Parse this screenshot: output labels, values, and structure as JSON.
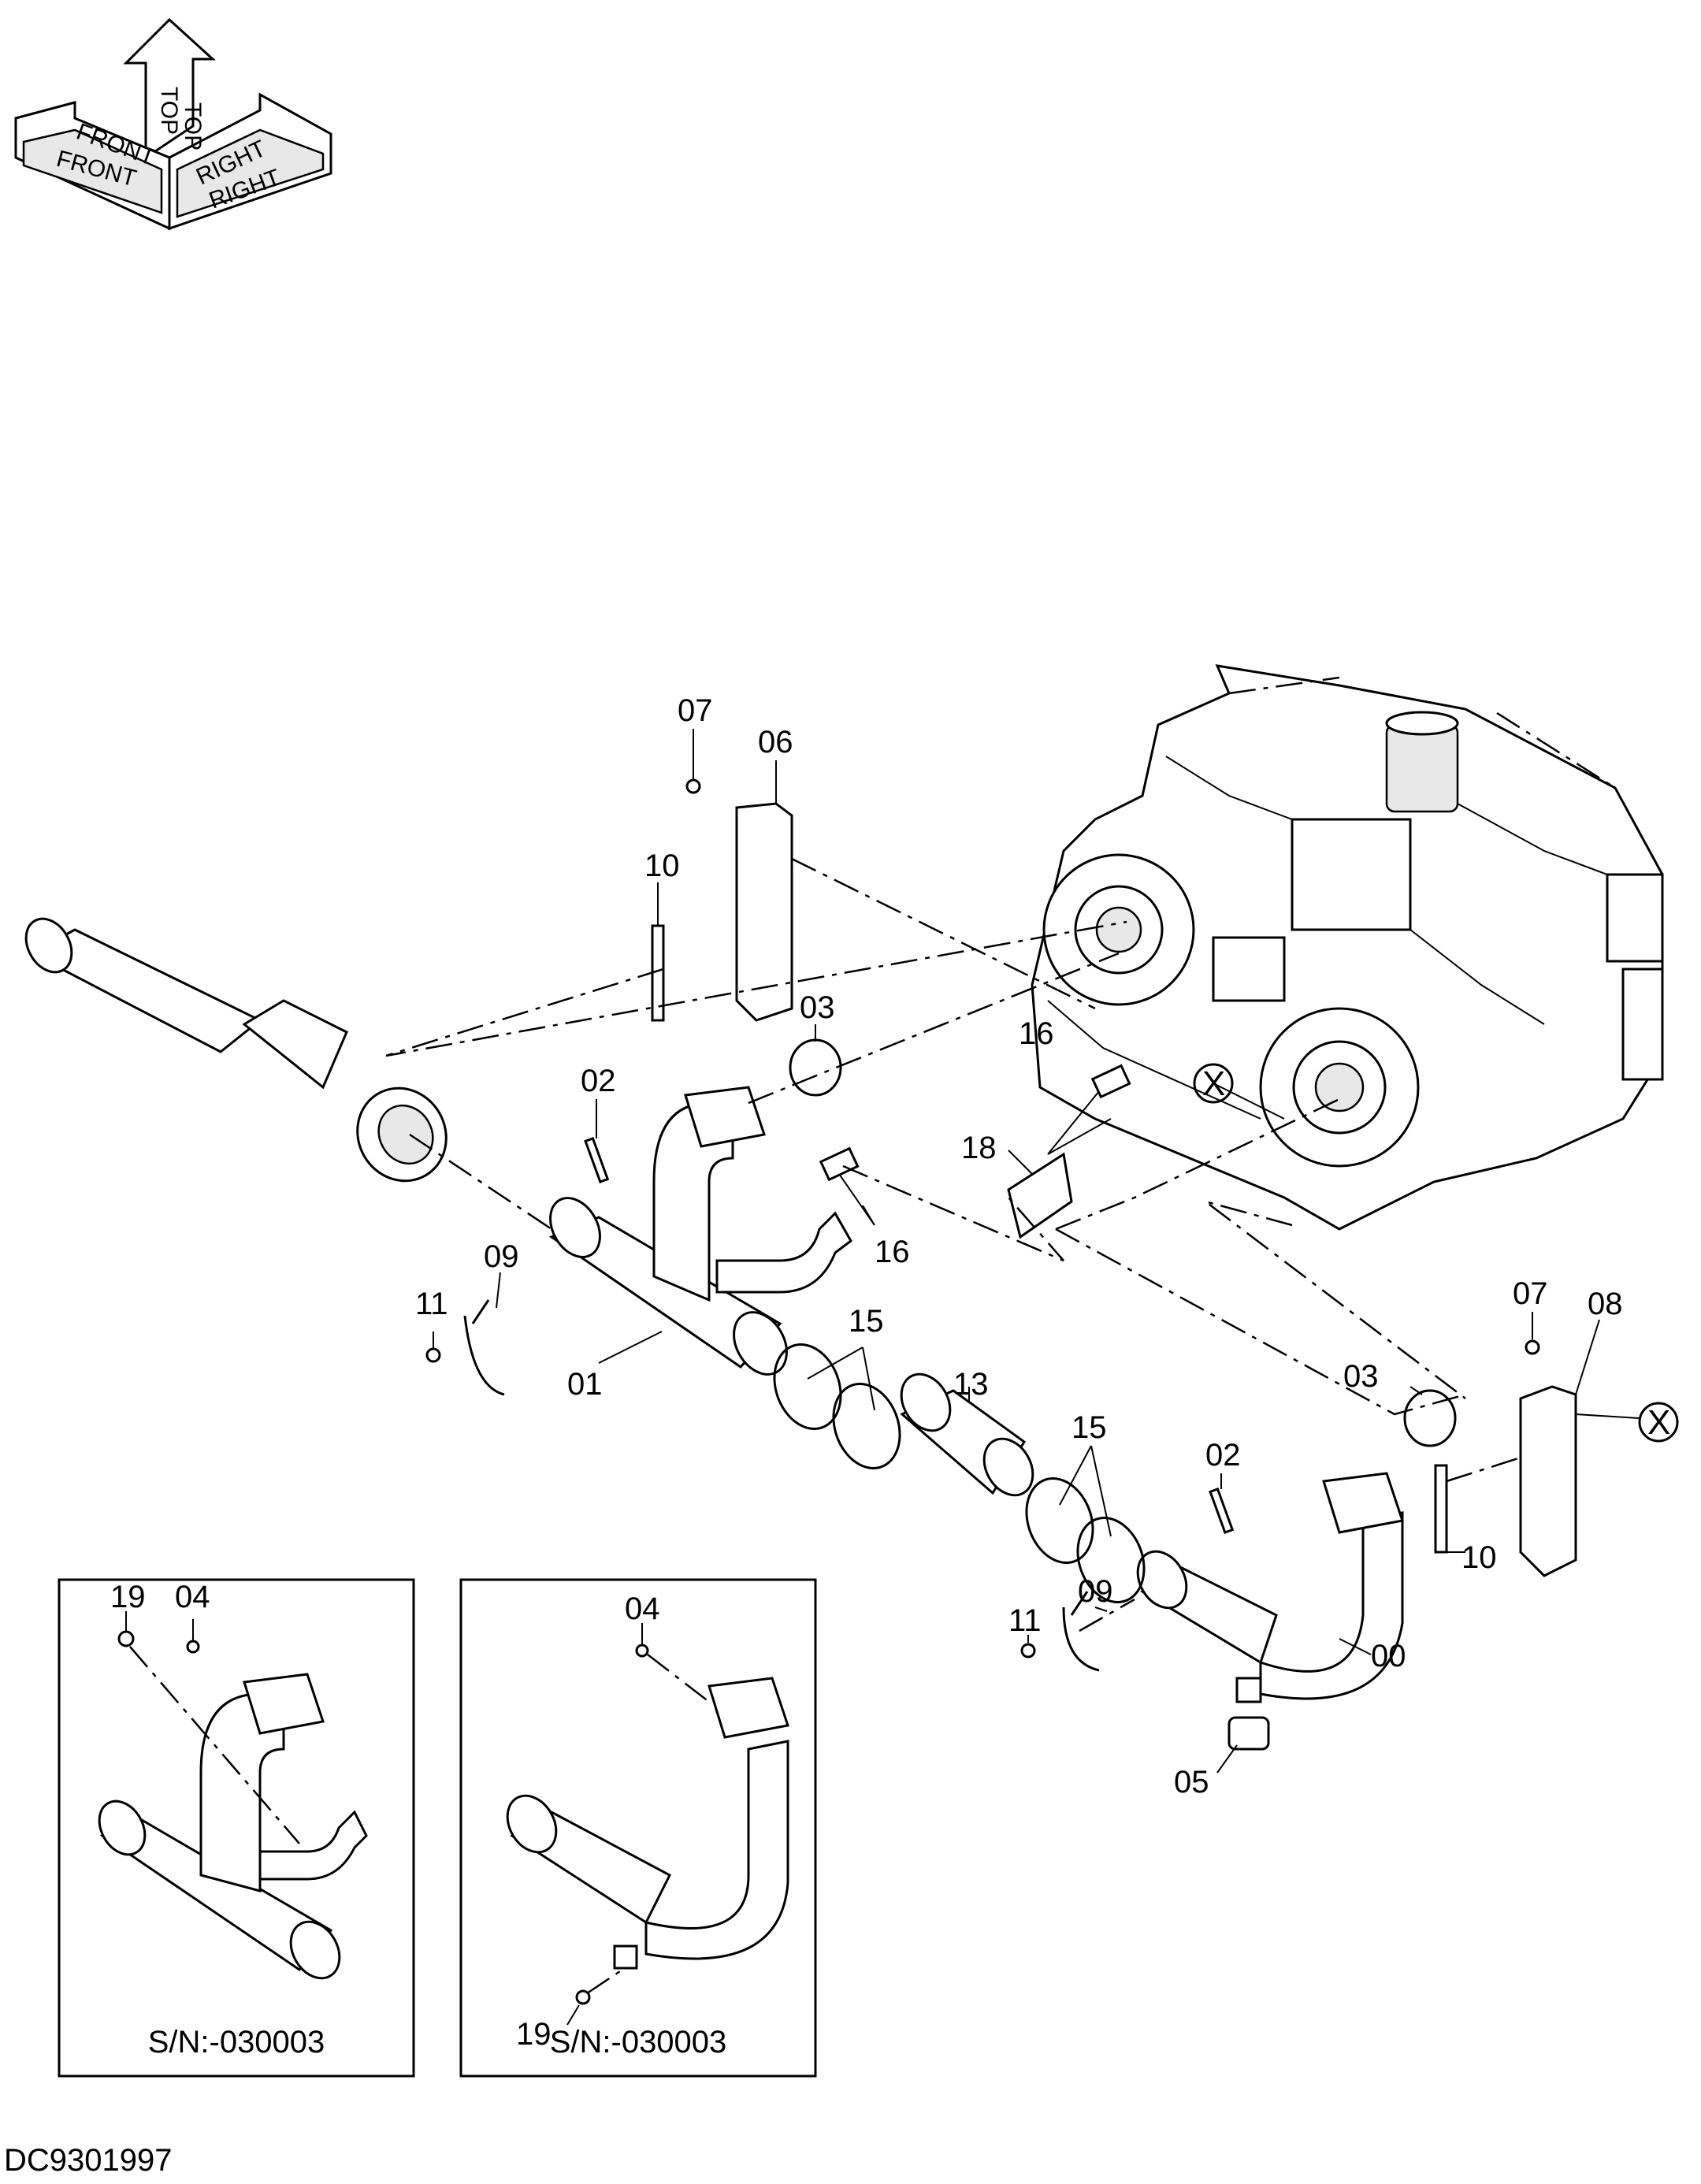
{
  "orientation": {
    "top": "TOP",
    "top_shadow": "TOP",
    "front": "FRONT",
    "front_shadow": "FRONT",
    "right": "RIGHT",
    "right_shadow": "RIGHT"
  },
  "callouts": {
    "c00": "00",
    "c01": "01",
    "c02a": "02",
    "c02b": "02",
    "c03a": "03",
    "c03b": "03",
    "c05": "05",
    "c06": "06",
    "c07a": "07",
    "c07b": "07",
    "c08": "08",
    "c09a": "09",
    "c09b": "09",
    "c10a": "10",
    "c10b": "10",
    "c11a": "11",
    "c11b": "11",
    "c13": "13",
    "c15a": "15",
    "c15b": "15",
    "c16a": "16",
    "c16b": "16",
    "c18": "18",
    "x1": "X",
    "x2": "X"
  },
  "inset_left": {
    "c19": "19",
    "c04": "04",
    "caption": "S/N:-030003"
  },
  "inset_right": {
    "c04": "04",
    "c19": "19",
    "caption": "S/N:-030003"
  },
  "drawing_id": "DC9301997"
}
